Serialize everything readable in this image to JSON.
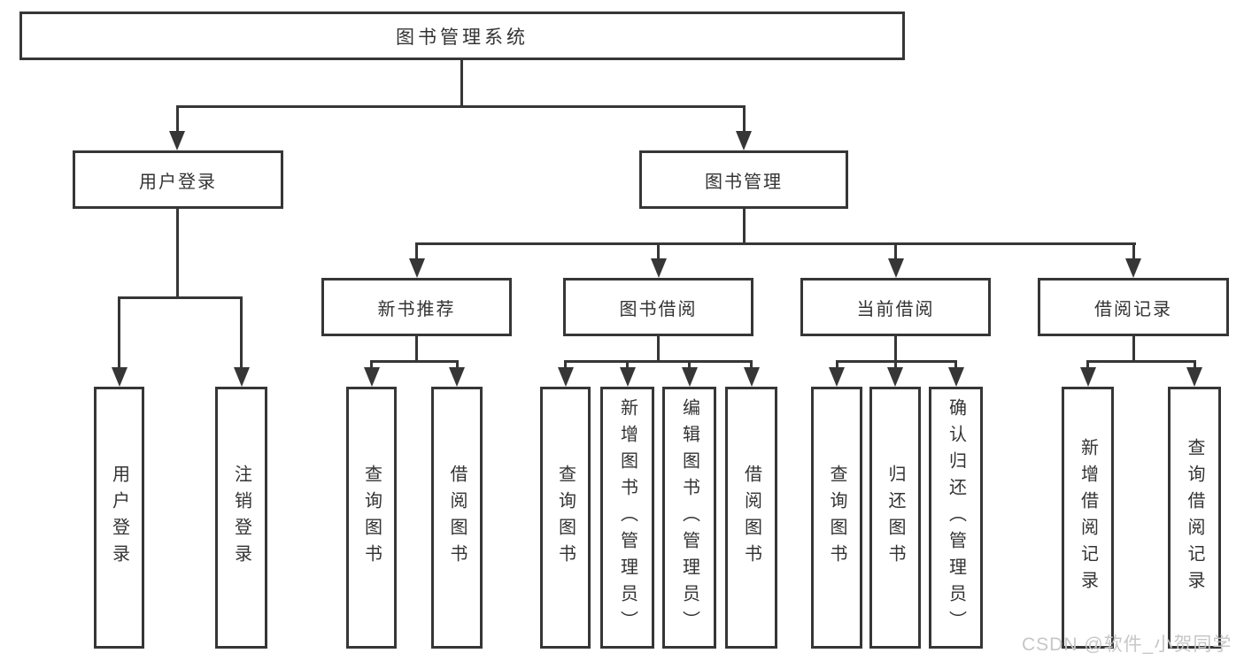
{
  "tree": {
    "root": {
      "label": "图书管理系统"
    },
    "branches": [
      {
        "label": "用户登录",
        "children": [
          "用户登录",
          "注销登录"
        ]
      },
      {
        "label": "图书管理",
        "groups": [
          {
            "label": "新书推荐",
            "children": [
              "查询图书",
              "借阅图书"
            ]
          },
          {
            "label": "图书借阅",
            "children": [
              "查询图书",
              "新增图书（管理员）",
              "编辑图书（管理员）",
              "借阅图书"
            ]
          },
          {
            "label": "当前借阅",
            "children": [
              "查询图书",
              "归还图书",
              "确认归还（管理员）"
            ]
          },
          {
            "label": "借阅记录",
            "children": [
              "新增借阅记录",
              "查询借阅记录"
            ]
          }
        ]
      }
    ]
  },
  "watermark": {
    "label": "CSDN @软件_小贺同学"
  },
  "colors": {
    "line": "#363636",
    "text": "#333333",
    "box_fill": "#ffffff",
    "watermark": "#c7c7c7",
    "background": "#ffffff"
  }
}
